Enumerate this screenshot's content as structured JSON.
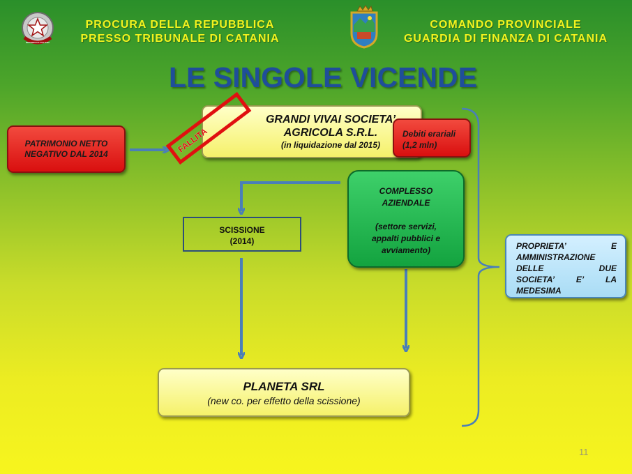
{
  "header": {
    "left": [
      "PROCURA DELLA REPUBBLICA",
      "PRESSO TRIBUNALE DI CATANIA"
    ],
    "right": [
      "COMANDO PROVINCIALE",
      "GUARDIA DI FINANZA DI CATANIA"
    ],
    "left_emblem": "italian-republic-emblem-icon",
    "left_emblem_text": "REPUBBLICA ITALIANA",
    "right_emblem": "guardia-di-finanza-crest-icon"
  },
  "title": "LE SINGOLE VICENDE",
  "nodes": {
    "patrimonio": [
      "PATRIMONIO NETTO",
      "NEGATIVO DAL 2014"
    ],
    "grandi_vivai": {
      "line1": "GRANDI VIVAI SOCIETA’",
      "line2": "AGRICOLA S.R.L.",
      "line3": "(in liquidazione dal 2015)"
    },
    "fallita": "FALLITA",
    "debiti": [
      "Debiti erariali",
      "(1,2 mln)"
    ],
    "complesso": {
      "line1": "COMPLESSO",
      "line2": "AZIENDALE",
      "line3": "(settore servizi,",
      "line4": "appalti pubblici e",
      "line5": "avviamento)"
    },
    "scissione": [
      "SCISSIONE",
      "(2014)"
    ],
    "planeta": {
      "line1": "PLANETA SRL",
      "line2": "(new co. per effetto della scissione)"
    },
    "proprieta": [
      "PROPRIETA’",
      "E",
      "AMMINISTRAZIONE",
      "DELLE",
      "DUE",
      "SOCIETA’",
      "E’",
      "LA",
      "MEDESIMA"
    ]
  },
  "colors": {
    "arrow": "#4a7fb8",
    "title": "#1f4e9a",
    "header_text": "#f3f31e",
    "stamp": "#e01010"
  },
  "page_number": "11"
}
